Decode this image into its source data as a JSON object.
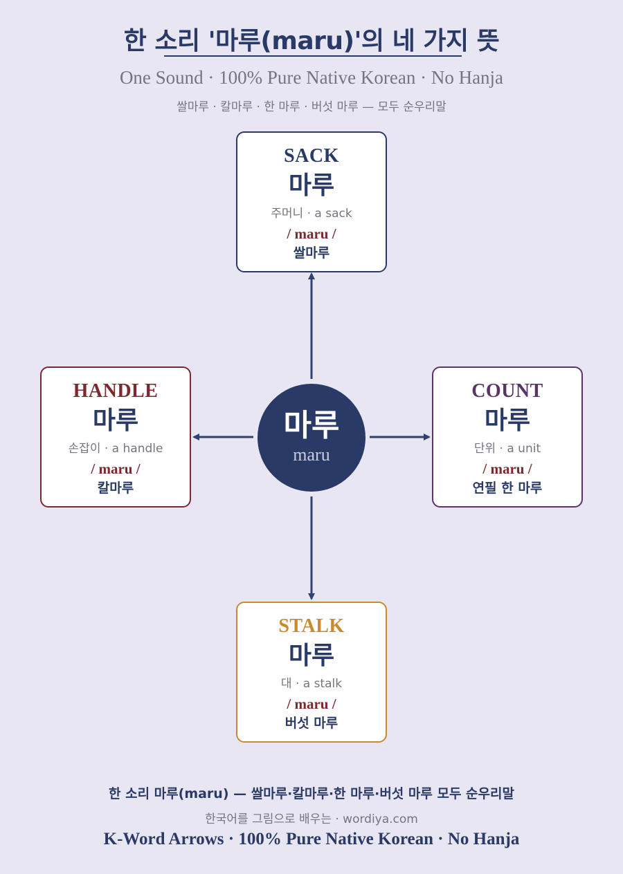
{
  "header": {
    "title": "한 소리 '마루(maru)'의 네 가지 뜻",
    "subtitle": "One Sound · 100% Pure Native Korean · No Hanja",
    "subline": "쌀마루 · 칼마루 · 한 마루 · 버섯 마루 — 모두 순우리말"
  },
  "hub": {
    "korean": "마루",
    "romanization": "maru"
  },
  "cards": {
    "sack": {
      "english": "SACK",
      "korean": "마루",
      "gloss": "주머니 · a sack",
      "romanization": "/ maru /",
      "example": "쌀마루",
      "color": "#2a3a66"
    },
    "handle": {
      "english": "HANDLE",
      "korean": "마루",
      "gloss": "손잡이 · a handle",
      "romanization": "/ maru /",
      "example": "칼마루",
      "color": "#7a2a2e"
    },
    "count": {
      "english": "COUNT",
      "korean": "마루",
      "gloss": "단위 · a unit",
      "romanization": "/ maru /",
      "example": "연필 한 마루",
      "color": "#5a3466"
    },
    "stalk": {
      "english": "STALK",
      "korean": "마루",
      "gloss": "대 · a stalk",
      "romanization": "/ maru /",
      "example": "버섯 마루",
      "color": "#c88a2e"
    }
  },
  "footer": {
    "main": "한 소리 마루(maru) — 쌀마루·칼마루·한 마루·버섯 마루 모두 순우리말",
    "site": "한국어를 그림으로 배우는 · wordiya.com",
    "brand": "K-Word Arrows · 100% Pure Native Korean · No Hanja"
  },
  "colors": {
    "background": "#e8e6f2",
    "primary": "#2a3a66",
    "muted": "#777380",
    "accent_red": "#7a2a2e"
  }
}
